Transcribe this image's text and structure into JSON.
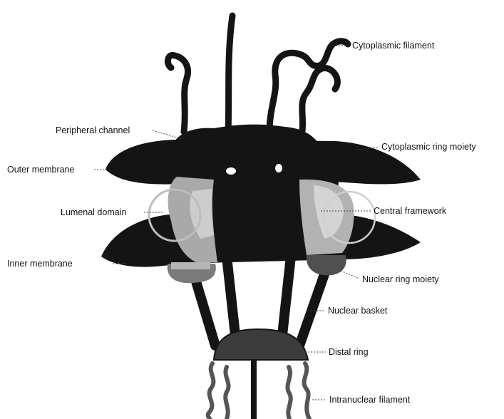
{
  "labels": {
    "cytoplasmic_filament": "Cytoplasmic filament",
    "peripheral_channel": "Peripheral channel",
    "cytoplasmic_ring_moiety": "Cytoplasmic ring moiety",
    "outer_membrane": "Outer membrane",
    "lumenal_domain": "Lumenal domain",
    "central_framework": "Central framework",
    "inner_membrane": "Inner membrane",
    "nuclear_ring_moiety": "Nuclear ring moiety",
    "nuclear_basket": "Nuclear basket",
    "distal_ring": "Distal ring",
    "intranuclear_filament": "Intranuclear filament"
  },
  "colors": {
    "structure": "#141414",
    "framework_gray": "#a9a9a9",
    "framework_light": "#cdcdcd",
    "ring_dark": "#505050",
    "leader_line": "#444444"
  }
}
